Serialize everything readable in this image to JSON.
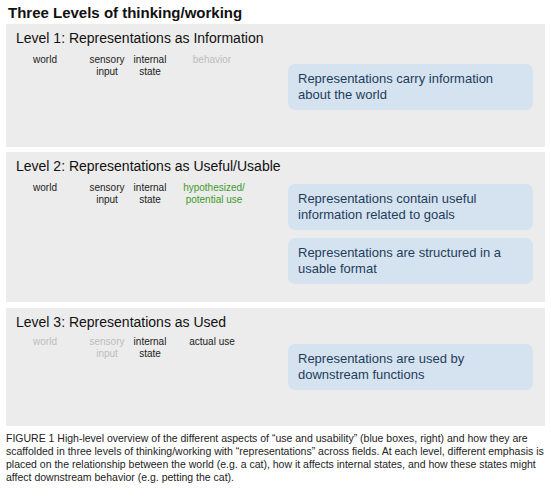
{
  "diagram": {
    "title": "Three Levels of thinking/working",
    "caption": "FIGURE 1 High-level overview of the different aspects of “use and usability” (blue boxes, right) and how they are scaffolded in three levels of thinking/working with “representations” across fields. At each level, different emphasis is placed on the relationship between the world (e.g. a cat), how it affects internal states, and how these states might affect downstream behavior (e.g. petting the cat).",
    "nodes": [
      {
        "text": [
          "Level 1: Representations as Information"
        ]
      },
      {
        "text": [
          "Representations carry information about the world"
        ],
        "in": 0
      },
      {
        "text": [
          "Level 2: Representations as Useful/Usable"
        ]
      },
      {
        "text": [
          "Representations contain useful information related to goals"
        ],
        "in": 2
      },
      {
        "text": [
          "Representations are structured in a usable format"
        ],
        "in": 2
      },
      {
        "text": [
          "Level 3: Representations as Used"
        ]
      },
      {
        "text": [
          "Representations are used by downstream functions"
        ],
        "in": 5
      }
    ],
    "labels": [
      "world",
      "sensory input",
      "internal state",
      "behavior",
      "world",
      "sensory input",
      "internal state",
      "hypothesized/ potential use",
      "world",
      "sensory input",
      "internal state",
      "actual use"
    ]
  }
}
